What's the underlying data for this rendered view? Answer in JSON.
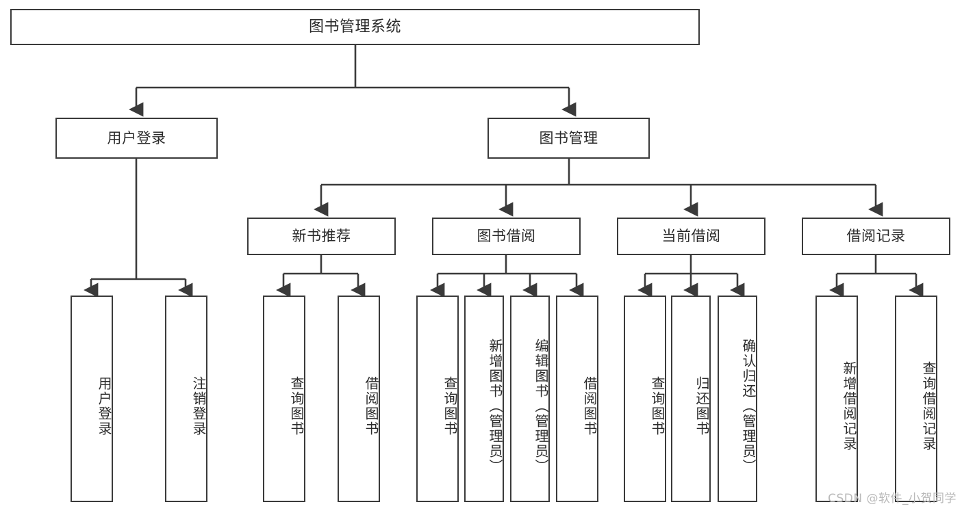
{
  "diagram": {
    "type": "tree-hierarchy",
    "title": "图书管理系统",
    "watermark": "CSDN @软件_小贺同学",
    "colors": {
      "box_border": "#3a3a3a",
      "box_fill": "#ffffff",
      "connector": "#3a3a3a",
      "text": "#2b2b2b",
      "watermark": "#b9b9b9",
      "background": "#ffffff"
    },
    "root": {
      "label": "图书管理系统",
      "orientation": "horizontal"
    },
    "level2": [
      {
        "label": "用户登录",
        "orientation": "horizontal"
      },
      {
        "label": "图书管理",
        "orientation": "horizontal"
      }
    ],
    "level3": [
      {
        "label": "新书推荐",
        "orientation": "horizontal",
        "parent": "图书管理"
      },
      {
        "label": "图书借阅",
        "orientation": "horizontal",
        "parent": "图书管理"
      },
      {
        "label": "当前借阅",
        "orientation": "horizontal",
        "parent": "图书管理"
      },
      {
        "label": "借阅记录",
        "orientation": "horizontal",
        "parent": "图书管理"
      }
    ],
    "leaves": [
      {
        "label": "用户登录",
        "orientation": "vertical",
        "parent": "用户登录"
      },
      {
        "label": "注销登录",
        "orientation": "vertical",
        "parent": "用户登录"
      },
      {
        "label": "查询图书",
        "orientation": "vertical",
        "parent": "新书推荐"
      },
      {
        "label": "借阅图书",
        "orientation": "vertical",
        "parent": "新书推荐"
      },
      {
        "label": "查询图书",
        "orientation": "vertical",
        "parent": "图书借阅"
      },
      {
        "label": "新增图书（管理员）",
        "orientation": "vertical",
        "parent": "图书借阅"
      },
      {
        "label": "编辑图书（管理员）",
        "orientation": "vertical",
        "parent": "图书借阅"
      },
      {
        "label": "借阅图书",
        "orientation": "vertical",
        "parent": "图书借阅"
      },
      {
        "label": "查询图书",
        "orientation": "vertical",
        "parent": "当前借阅"
      },
      {
        "label": "归还图书",
        "orientation": "vertical",
        "parent": "当前借阅"
      },
      {
        "label": "确认归还（管理员）",
        "orientation": "vertical",
        "parent": "当前借阅"
      },
      {
        "label": "新增借阅记录",
        "orientation": "vertical",
        "parent": "借阅记录"
      },
      {
        "label": "查询借阅记录",
        "orientation": "vertical",
        "parent": "借阅记录"
      }
    ]
  }
}
